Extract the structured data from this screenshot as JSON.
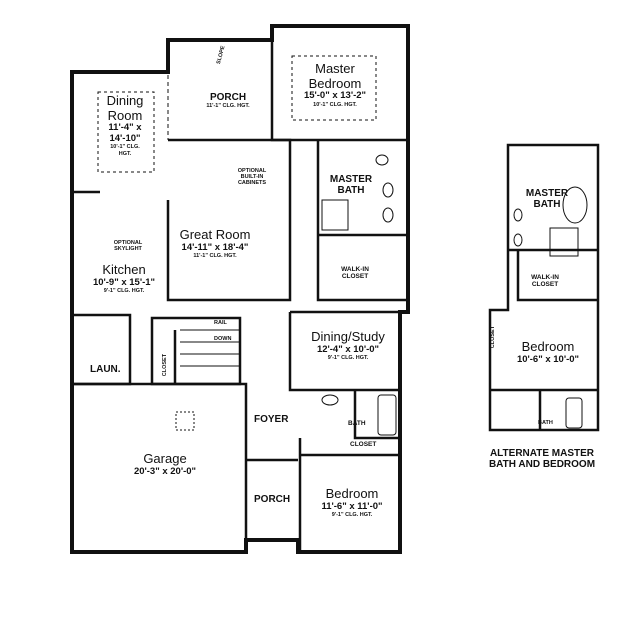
{
  "rooms": {
    "dining": {
      "name1": "Dining",
      "name2": "Room",
      "dim1": "11'-4\" x",
      "dim2": "14'-10\"",
      "clg1": "10'-1\" CLG.",
      "clg2": "HGT."
    },
    "porch_top": {
      "name": "PORCH",
      "clg": "11'-1\" CLG. HGT.",
      "slope": "SLOPE"
    },
    "master": {
      "name1": "Master",
      "name2": "Bedroom",
      "dim": "15'-0\" x 13'-2\"",
      "clg": "10'-1\" CLG. HGT."
    },
    "master_bath": {
      "name1": "MASTER",
      "name2": "BATH"
    },
    "walkin": {
      "name1": "WALK-IN",
      "name2": "CLOSET"
    },
    "great_room": {
      "name": "Great Room",
      "dim": "14'-11\" x 18'-4\"",
      "clg": "11'-1\" CLG. HGT."
    },
    "built_in": {
      "l1": "OPTIONAL",
      "l2": "BUILT-IN",
      "l3": "CABINETS"
    },
    "skylight": {
      "l1": "OPTIONAL",
      "l2": "SKYLIGHT"
    },
    "kitchen": {
      "name": "Kitchen",
      "dim": "10'-9\" x 15'-1\"",
      "clg": "9'-1\" CLG. HGT."
    },
    "rail": "RAIL",
    "down": "DOWN",
    "closet_v": "CLOSET",
    "laundry": "LAUN.",
    "dining_study": {
      "name": "Dining/Study",
      "dim": "12'-4\" x 10'-0\"",
      "clg": "9'-1\" CLG. HGT."
    },
    "foyer": "FOYER",
    "bath": "BATH",
    "closet": "CLOSET",
    "garage": {
      "name": "Garage",
      "dim": "20'-3\" x 20'-0\""
    },
    "porch_bottom": "PORCH",
    "bedroom": {
      "name": "Bedroom",
      "dim": "11'-6\" x 11'-0\"",
      "clg": "9'-1\" CLG. HGT."
    }
  },
  "alternate": {
    "master_bath": {
      "name1": "MASTER",
      "name2": "BATH"
    },
    "walkin": {
      "name1": "WALK-IN",
      "name2": "CLOSET"
    },
    "closet": "CLOSET",
    "bedroom": {
      "name": "Bedroom",
      "dim": "10'-6\" x 10'-0\""
    },
    "bath": "BATH",
    "caption1": "ALTERNATE MASTER",
    "caption2": "BATH AND BEDROOM"
  }
}
